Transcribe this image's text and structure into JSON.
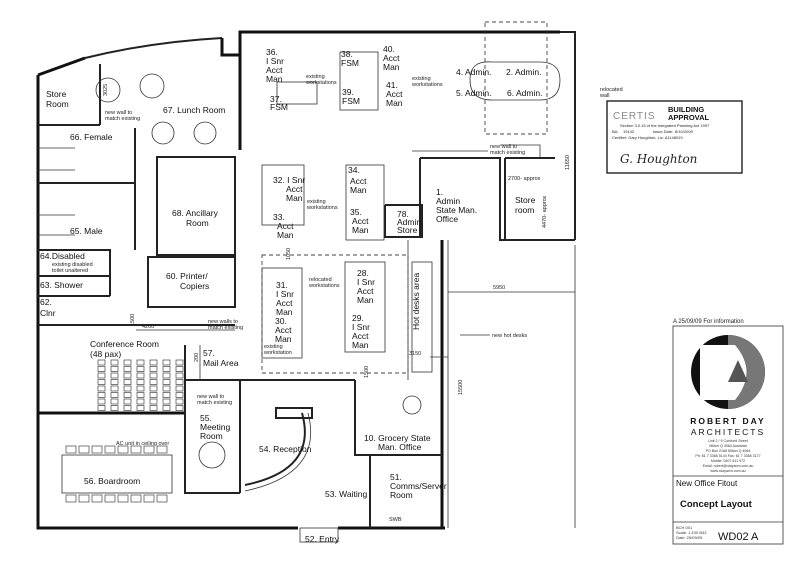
{
  "rooms": {
    "store_room": [
      "Store",
      "Room"
    ],
    "lunch_room": "67. Lunch Room",
    "female": "66. Female",
    "male": "65. Male",
    "disabled": "64.Disabled",
    "disabled_note": [
      "existing disabled",
      "toilet unaltered"
    ],
    "shower": "63. Shower",
    "clnr": [
      "62.",
      "Clnr"
    ],
    "ancillary": [
      "68. Ancillary",
      "Room"
    ],
    "printer": [
      "60. Printer/",
      "Copiers"
    ],
    "conference": [
      "Conference Room",
      "(48 pax)"
    ],
    "mail_area": [
      "57.",
      "Mail Area"
    ],
    "meeting_room": [
      "55.",
      "Meeting",
      "Room"
    ],
    "reception": "54. Reception",
    "boardroom": "56. Boardroom",
    "waiting": "53. Waiting",
    "comms": [
      "51.",
      "Comms/Server",
      "Room"
    ],
    "swb": "SWB",
    "entry": "52. Entry",
    "grocery": [
      "10. Grocery State",
      "Man. Office"
    ],
    "admin_office": [
      "1.",
      "Admin",
      "State Man.",
      "Office"
    ],
    "admin_store": [
      "78.",
      "Admin",
      "Store"
    ],
    "store_room_right": [
      "Store",
      "room"
    ],
    "hot_desks": "Hot desks area"
  },
  "workstations": {
    "ws36": [
      "36.",
      "I Snr",
      "Acct",
      "Man"
    ],
    "ws37": [
      "37.",
      "FSM"
    ],
    "ws38": [
      "38.",
      "FSM"
    ],
    "ws39": [
      "39.",
      "FSM"
    ],
    "ws40": [
      "40.",
      "Acct",
      "Man"
    ],
    "ws41": [
      "41.",
      "Acct",
      "Man"
    ],
    "ws4": "4. Admin.",
    "ws2": "2. Admin.",
    "ws5": "5. Admin.",
    "ws6": "6. Admin.",
    "ws32": [
      "32. I Snr",
      "Acct",
      "Man"
    ],
    "ws33": [
      "33.",
      "Acct",
      "Man"
    ],
    "ws34": [
      "34.",
      "Acct",
      "Man"
    ],
    "ws35": [
      "35.",
      "Acct",
      "Man"
    ],
    "ws31": [
      "31.",
      "I Snr",
      "Acct",
      "Man"
    ],
    "ws30": [
      "30.",
      "Acct",
      "Man"
    ],
    "ws28": [
      "28.",
      "I Snr",
      "Acct",
      "Man"
    ],
    "ws29": [
      "29.",
      "I Snr",
      "Acct",
      "Man"
    ]
  },
  "notes": {
    "existing_ws": [
      "existing",
      "workstations"
    ],
    "existing_ws_single": [
      "existing",
      "workstation"
    ],
    "relocated_ws": [
      "relocated",
      "workstations"
    ],
    "new_wall": [
      "new wall to",
      "match existing"
    ],
    "new_walls": [
      "new walls to",
      "match existing"
    ],
    "new_hot_desks": "new hot desks",
    "relocated_wall": [
      "relocated",
      "wall"
    ],
    "ac_unit": "AC unit in ceiling over"
  },
  "dimensions": {
    "d3025": "3025",
    "d11650": "11650",
    "d2700": "2700- approx",
    "d4470": "4470- approx",
    "d5950": "5950",
    "d3150": "3150",
    "d15500": "15500",
    "d4200": "4200",
    "d1500": "1500",
    "d1050": "1050",
    "d200": "200",
    "d1500b": "1500"
  },
  "approval": {
    "brand": "CERTIS",
    "title": [
      "BUILDING",
      "APPROVAL"
    ],
    "section": "Section 3.0.15 of the Integrated Planning Act 1997",
    "ba_label": "BA:",
    "ba": "19142",
    "issue_label": "Issue Date:",
    "issue_date": "8/10/2009",
    "certifier": "Certifier: Gary Houghton, Lic: A1148019",
    "signature": "G. Houghton"
  },
  "title_block": {
    "revision": "A 25/09/09 For information",
    "logo_text": "RD",
    "firm": [
      "ROBERT DAY",
      "ARCHITECTS"
    ],
    "address": [
      "Unit 2 / 9 Comford Street",
      "Milton Q 4064 Australia",
      "PO Box 2168 Milton Q 4064",
      "Ph: 61 7 3368 5144 Fax: 61 7 3368 3177",
      "Mobile: 0407 611 972",
      "Email: robert@rdayarch.com.au",
      "www.rdayarch.com.au"
    ],
    "project": "New Office Fitout",
    "drawing_title": "Concept Layout",
    "meta": [
      "BCH.001",
      "Scale: 1:100 B43",
      "Date: 29/09/09"
    ],
    "drawing_no": "WD02 A"
  }
}
